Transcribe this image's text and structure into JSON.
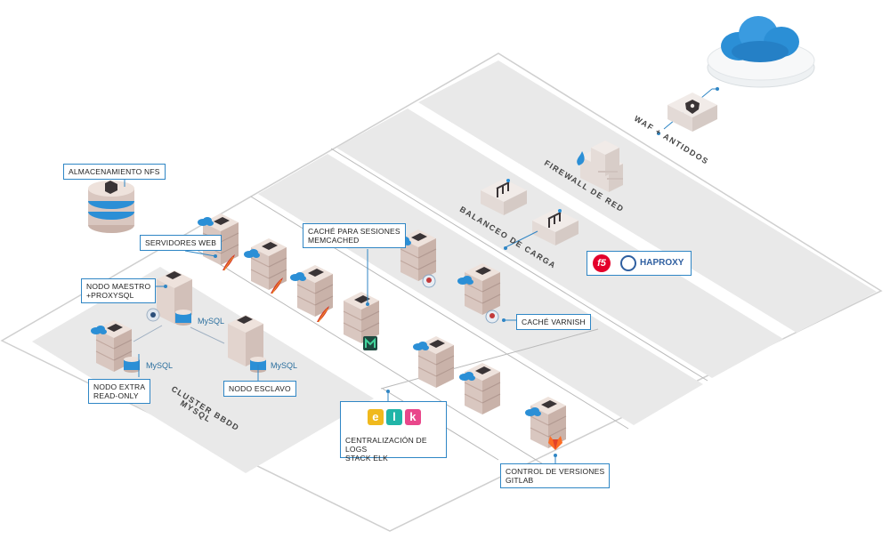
{
  "labels": {
    "nfs": "ALMACENAMIENTO NFS",
    "web_servers": "SERVIDORES WEB",
    "memcached": "CACHÉ PARA SESIONES\nMEMCACHED",
    "master": "NODO MAESTRO\n+PROXYSQL",
    "read_only": "NODO EXTRA\nREAD-ONLY",
    "slave": "NODO ESCLAVO",
    "varnish": "CACHÉ VARNISH",
    "elk": "CENTRALIZACIÓN DE LOGS\nSTACK ELK",
    "gitlab": "CONTROL DE VERSIONES\nGITLAB"
  },
  "lane_titles": {
    "waf": "WAF + ANTIDDOS",
    "firewall": "FIREWALL DE RED",
    "balancer": "BALANCEO DE CARGA",
    "cluster_line1": "CLUSTER BBDD",
    "cluster_line2": "MYSQL"
  },
  "logos": {
    "f5": "f5",
    "haproxy": "HAPROXY",
    "mysql": "MySQL",
    "elk_letters": [
      "e",
      "l",
      "k"
    ]
  },
  "colors": {
    "accent_blue": "#2f86c5",
    "cloud_blue": "#2b8fd6",
    "lane_gray": "#e9e9e9",
    "server_top": "#e4d3cc",
    "server_side": "#cdb6ad",
    "server_dark": "#3a3436",
    "apache_red": "#d43a2a",
    "elk_yellow": "#f0b91d",
    "elk_teal": "#21b5a8",
    "elk_pink": "#e9478b",
    "gitlab_orange": "#fc6d26"
  },
  "icons": [
    "cloud-icon",
    "shield-icon",
    "brick-wall-icon",
    "balancer-icon",
    "apache-feather-icon",
    "memcached-icon",
    "varnish-icon",
    "mysql-icon",
    "proxysql-icon",
    "gitlab-icon",
    "database-icon"
  ]
}
